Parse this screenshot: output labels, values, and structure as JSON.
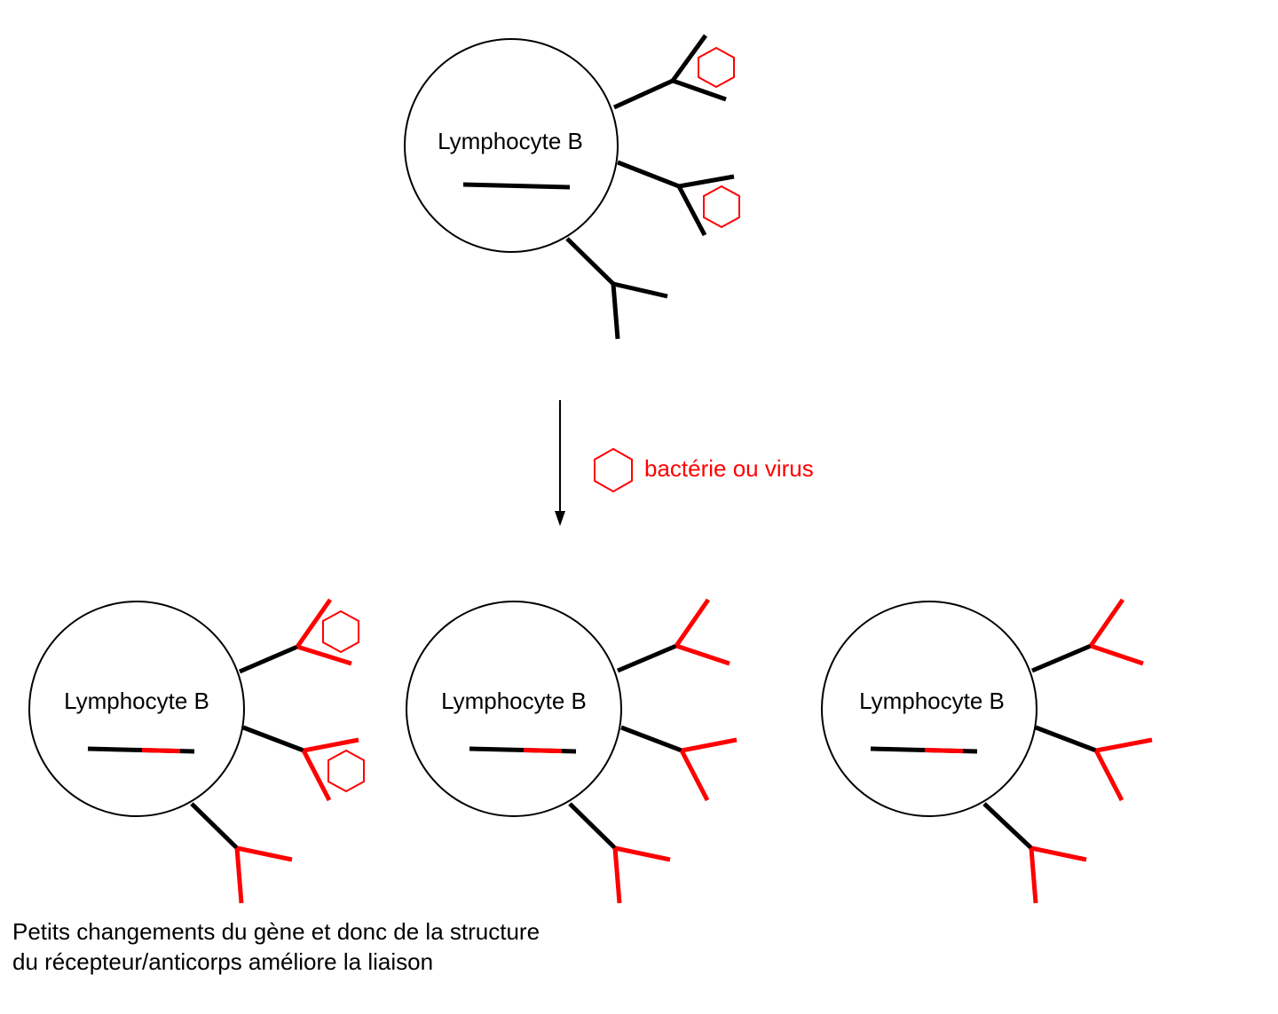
{
  "cell_label": "Lymphocyte B",
  "legend": {
    "text": "bactérie ou virus"
  },
  "caption": {
    "line1": "Petits changements du gène et donc de la structure",
    "line2": "du récepteur/anticorps améliore la liaison"
  },
  "colors": {
    "ink": "#000000",
    "mutation": "#ff0000"
  }
}
